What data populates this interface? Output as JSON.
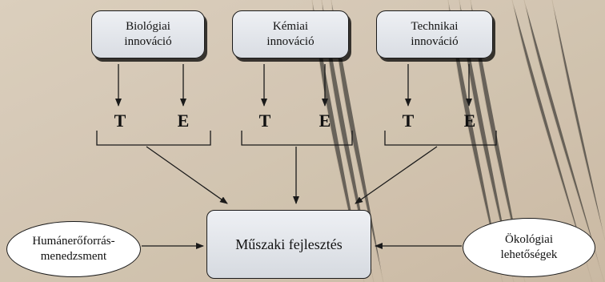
{
  "diagram": {
    "innovations": [
      {
        "label": "Biológiai\ninnováció",
        "t": "T",
        "e": "E"
      },
      {
        "label": "Kémiai\ninnováció",
        "t": "T",
        "e": "E"
      },
      {
        "label": "Technikai\ninnováció",
        "t": "T",
        "e": "E"
      }
    ],
    "center": "Műszaki fejlesztés",
    "left_factor": "Humánerőforrás-\nmenedzsment",
    "right_factor": "Ökológiai\nlehetőségek"
  },
  "colors": {
    "background": "#cdbfac",
    "box_fill": "#e3e6ea",
    "stroke": "#1a1a1a"
  }
}
